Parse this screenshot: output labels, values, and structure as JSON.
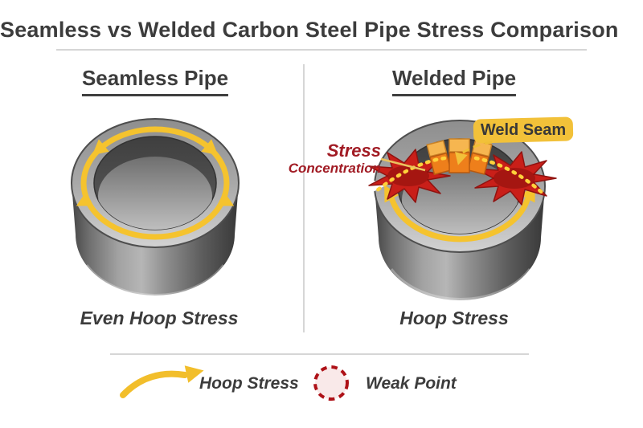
{
  "title": "Seamless vs Welded Carbon Steel Pipe Stress Comparison",
  "left_panel": {
    "heading": "Seamless Pipe",
    "caption": "Even Hoop Stress"
  },
  "right_panel": {
    "heading": "Welded Pipe",
    "caption": "Hoop Stress",
    "weld_seam_callout": "Weld Seam",
    "stress_concentration_line1": "Stress",
    "stress_concentration_line2": "Concentration"
  },
  "legend": {
    "hoop_stress_label": "Hoop Stress",
    "weak_point_label": "Weak Point"
  },
  "icons": {
    "hoop_stress": "hoop-stress-arrow-icon",
    "weak_point": "weak-point-dashed-circle-icon",
    "weld_seam": "weld-seam-brick-icon",
    "stress_flame": "stress-flame-burst-icon"
  },
  "colors": {
    "text_dark": "#3c3c3c",
    "stress_text_red": "#a11b24",
    "arrow_yellow": "#f5c32e",
    "callout_yellow": "#f2c139",
    "weld_orange": "#ee7f1b",
    "weld_orange_light": "#f6b650",
    "flame_red": "#c91f19",
    "weak_point_fill": "#f9e9e9",
    "weak_point_stroke": "#ae1117",
    "divider_gray": "#c9c9c9"
  }
}
